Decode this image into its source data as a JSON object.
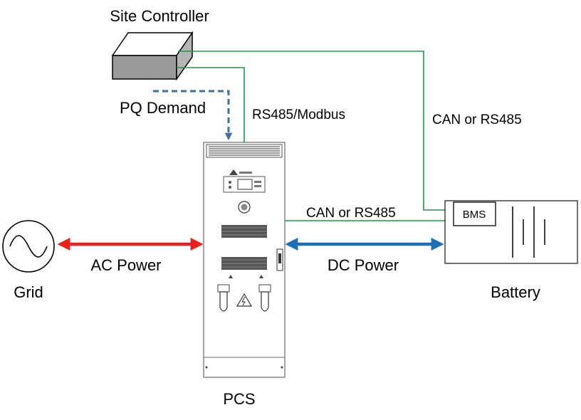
{
  "labels": {
    "site_controller": "Site Controller",
    "pq_demand": "PQ Demand",
    "rs485_modbus": "RS485/Modbus",
    "can_rs485_top": "CAN or RS485",
    "can_rs485_mid": "CAN or RS485",
    "ac_power": "AC Power",
    "dc_power": "DC Power",
    "grid": "Grid",
    "battery": "Battery",
    "pcs": "PCS",
    "bms": "BMS"
  },
  "colors": {
    "comm_line": "#1a9a4a",
    "ac_arrow": "#e8201e",
    "dc_arrow": "#1f6fb8",
    "pq_dashed": "#3e6f9e"
  }
}
